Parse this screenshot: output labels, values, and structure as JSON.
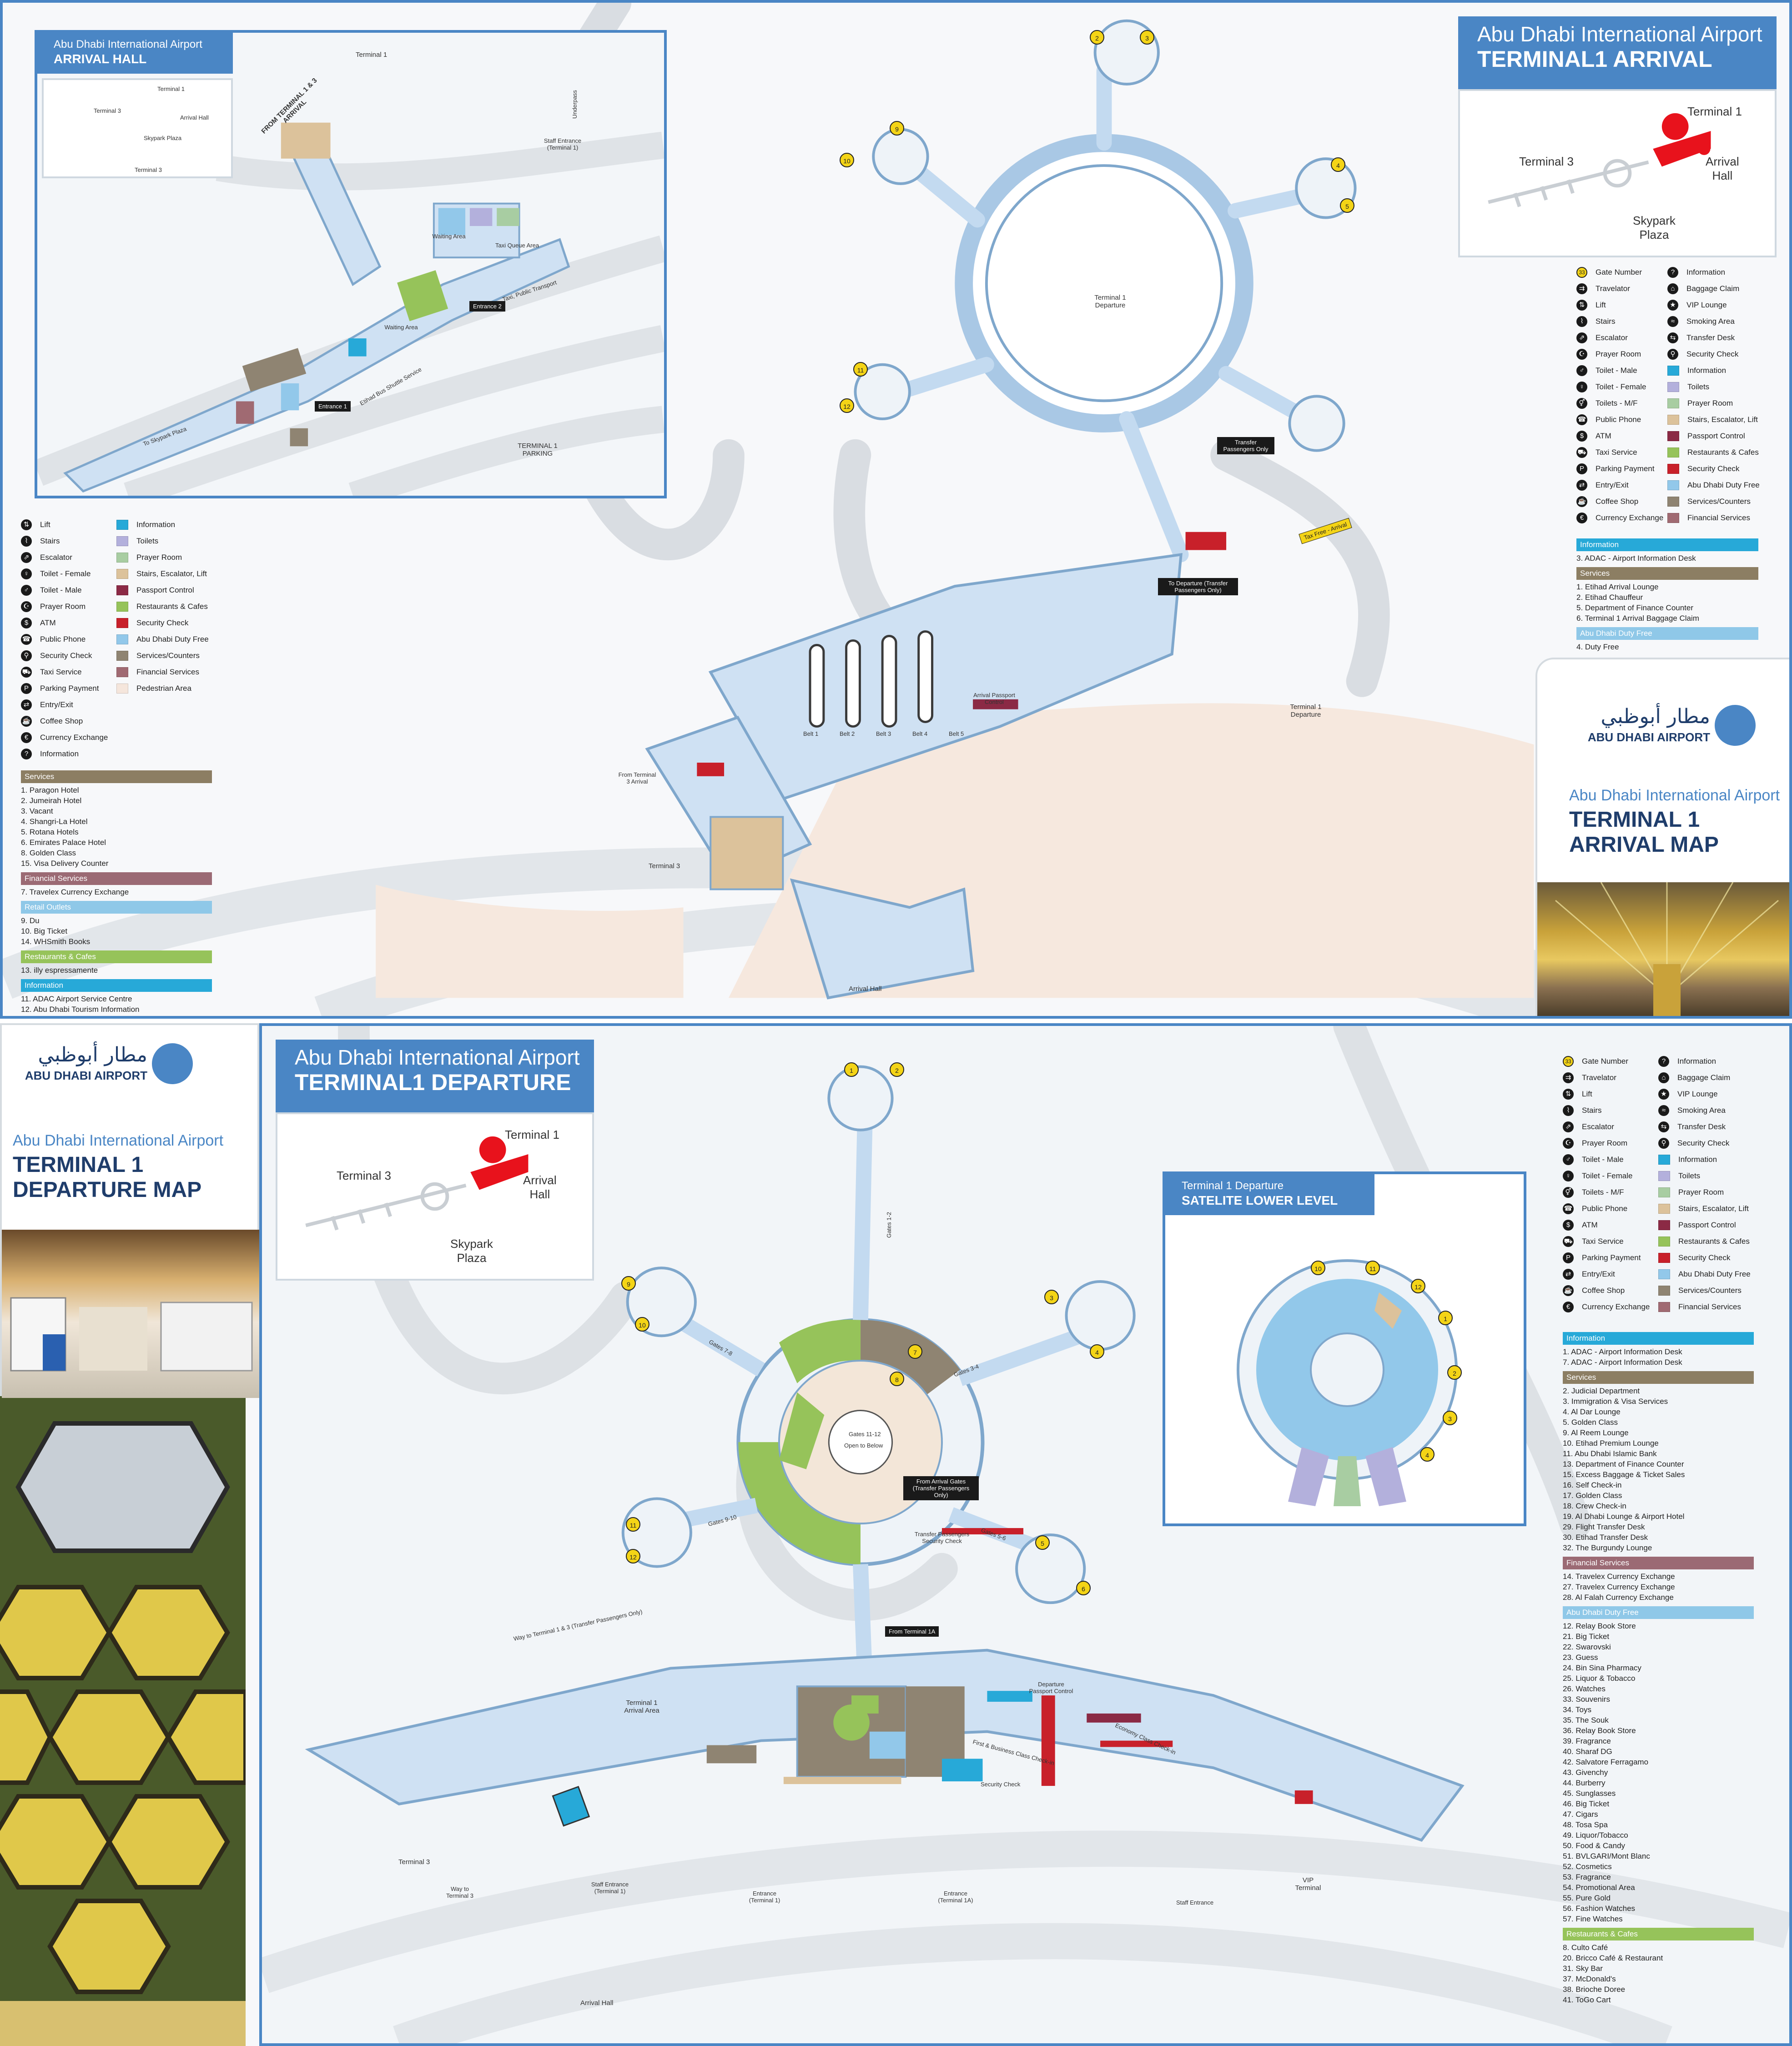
{
  "arrival": {
    "header": {
      "line1": "Abu Dhabi International Airport",
      "line2": "TERMINAL1 ARRIVAL"
    },
    "keymap": {
      "t1": "Terminal 1",
      "t3": "Terminal 3",
      "arrival_hall": "Arrival\nHall",
      "skypark": "Skypark\nPlaza"
    },
    "inset": {
      "header": {
        "line1": "Abu Dhabi International Airport",
        "line2": "ARRIVAL HALL"
      },
      "mini_labels": {
        "t1": "Terminal 1",
        "t3": "Terminal 3",
        "arrival_hall": "Arrival Hall",
        "skypark": "Skypark Plaza"
      },
      "labels": {
        "terminal1": "Terminal 1",
        "terminal3": "Terminal 3",
        "from_t13": "FROM TERMINAL 1 & 3 ARRIVAL",
        "underpass": "Underpass",
        "staff_entrance": "Staff Entrance (Terminal 1)",
        "waiting_area": "Waiting Area",
        "waiting_area2": "Waiting Area",
        "taxi_queue": "Taxi Queue Area",
        "taxi_public": "Taxi, Public Transport",
        "entrance2": "Entrance 2",
        "entrance1": "Entrance 1",
        "etihad_bus": "Etihad Bus Shuttle Service",
        "to_skypark": "To Skypark Plaza",
        "parking": "TERMINAL 1 PARKING"
      }
    },
    "map_labels": {
      "t1_departure": "Terminal 1 Departure",
      "t1_departure_right": "Terminal 1 Departure",
      "transfer_only": "Transfer Passengers Only",
      "to_departure": "To Departure (Transfer Passengers Only)",
      "arrival_passport": "Arrival Passport Control",
      "from_t3_arrival": "From Terminal 3 Arrival",
      "terminal3": "Terminal 3",
      "arrival_hall": "Arrival Hall",
      "yellow_tag": "Tax Free - Arrival",
      "belts": [
        "Belt 1",
        "Belt 2",
        "Belt 3",
        "Belt 4",
        "Belt 5"
      ]
    },
    "gates": [
      "2",
      "3",
      "4",
      "5",
      "9",
      "10",
      "11",
      "12"
    ],
    "legend_left": {
      "icons": [
        {
          "icon": "lift-icon",
          "glyph": "⇅",
          "label": "Lift"
        },
        {
          "icon": "stairs-icon",
          "glyph": "⌇",
          "label": "Stairs"
        },
        {
          "icon": "escalator-icon",
          "glyph": "⇗",
          "label": "Escalator"
        },
        {
          "icon": "toilet-female-icon",
          "glyph": "♀",
          "label": "Toilet - Female"
        },
        {
          "icon": "toilet-male-icon",
          "glyph": "♂",
          "label": "Toilet - Male"
        },
        {
          "icon": "prayer-room-icon",
          "glyph": "☪",
          "label": "Prayer Room"
        },
        {
          "icon": "atm-icon",
          "glyph": "$",
          "label": "ATM"
        },
        {
          "icon": "public-phone-icon",
          "glyph": "☎",
          "label": "Public Phone"
        },
        {
          "icon": "security-check-icon",
          "glyph": "⚲",
          "label": "Security Check"
        },
        {
          "icon": "taxi-icon",
          "glyph": "⛟",
          "label": "Taxi Service"
        },
        {
          "icon": "parking-payment-icon",
          "glyph": "P",
          "label": "Parking Payment"
        },
        {
          "icon": "entry-exit-icon",
          "glyph": "⇄",
          "label": "Entry/Exit"
        },
        {
          "icon": "coffee-icon",
          "glyph": "☕",
          "label": "Coffee Shop"
        },
        {
          "icon": "currency-exchange-icon",
          "glyph": "€",
          "label": "Currency Exchange"
        },
        {
          "icon": "information-icon",
          "glyph": "?",
          "label": "Information"
        }
      ],
      "swatches": [
        {
          "color": "#27a9d8",
          "label": "Information"
        },
        {
          "color": "#b3b0dc",
          "label": "Toilets"
        },
        {
          "color": "#a8cda2",
          "label": "Prayer Room"
        },
        {
          "color": "#dcc29b",
          "label": "Stairs, Escalator, Lift"
        },
        {
          "color": "#8b2a45",
          "label": "Passport Control"
        },
        {
          "color": "#96c35a",
          "label": "Restaurants & Cafes"
        },
        {
          "color": "#c8202a",
          "label": "Security Check"
        },
        {
          "color": "#92c8ea",
          "label": "Abu Dhabi Duty Free"
        },
        {
          "color": "#8f8472",
          "label": "Services/Counters"
        },
        {
          "color": "#a06a72",
          "label": "Financial Services"
        },
        {
          "color": "#f5e6dc",
          "label": "Pedestrian Area"
        }
      ],
      "sections": [
        {
          "title": "Services",
          "color": "#8c7e63",
          "items": [
            "1. Paragon Hotel",
            "2. Jumeirah Hotel",
            "3. Vacant",
            "4. Shangri-La Hotel",
            "5. Rotana Hotels",
            "6. Emirates Palace Hotel",
            "8. Golden Class",
            "15. Visa Delivery Counter"
          ]
        },
        {
          "title": "Financial Services",
          "color": "#9b6a74",
          "items": [
            "7. Travelex Currency Exchange"
          ]
        },
        {
          "title": "Retail Outlets",
          "color": "#8fc8e8",
          "items": [
            "9. Du",
            "10. Big Ticket",
            "14. WHSmith Books"
          ]
        },
        {
          "title": "Restaurants & Cafes",
          "color": "#96c35a",
          "items": [
            "13. illy espressamente"
          ]
        },
        {
          "title": "Information",
          "color": "#27a9d8",
          "items": [
            "11. ADAC Airport Service Centre",
            "12. Abu Dhabi Tourism Information"
          ]
        }
      ]
    },
    "legend_right": {
      "col1": [
        {
          "icon": "gate-number-icon",
          "glyph": "33",
          "label": "Gate Number",
          "gate": true
        },
        {
          "icon": "travelator-icon",
          "glyph": "⇉",
          "label": "Travelator"
        },
        {
          "icon": "lift-icon",
          "glyph": "⇅",
          "label": "Lift"
        },
        {
          "icon": "stairs-icon",
          "glyph": "⌇",
          "label": "Stairs"
        },
        {
          "icon": "escalator-icon",
          "glyph": "⇗",
          "label": "Escalator"
        },
        {
          "icon": "prayer-room-icon",
          "glyph": "☪",
          "label": "Prayer Room"
        },
        {
          "icon": "toilet-male-icon",
          "glyph": "♂",
          "label": "Toilet - Male"
        },
        {
          "icon": "toilet-female-icon",
          "glyph": "♀",
          "label": "Toilet - Female"
        },
        {
          "icon": "toilets-mf-icon",
          "glyph": "⚥",
          "label": "Toilets - M/F"
        },
        {
          "icon": "public-phone-icon",
          "glyph": "☎",
          "label": "Public Phone"
        },
        {
          "icon": "atm-icon",
          "glyph": "$",
          "label": "ATM"
        },
        {
          "icon": "taxi-icon",
          "glyph": "⛟",
          "label": "Taxi Service"
        },
        {
          "icon": "parking-payment-icon",
          "glyph": "P",
          "label": "Parking Payment"
        },
        {
          "icon": "entry-exit-icon",
          "glyph": "⇄",
          "label": "Entry/Exit"
        },
        {
          "icon": "coffee-icon",
          "glyph": "☕",
          "label": "Coffee Shop"
        },
        {
          "icon": "currency-exchange-icon",
          "glyph": "€",
          "label": "Currency Exchange"
        }
      ],
      "col2": [
        {
          "icon": "information-icon",
          "glyph": "?",
          "label": "Information"
        },
        {
          "icon": "baggage-claim-icon",
          "glyph": "⌂",
          "label": "Baggage Claim"
        },
        {
          "icon": "vip-lounge-icon",
          "glyph": "★",
          "label": "VIP Lounge"
        },
        {
          "icon": "smoking-area-icon",
          "glyph": "≈",
          "label": "Smoking Area"
        },
        {
          "icon": "transfer-desk-icon",
          "glyph": "⇆",
          "label": "Transfer Desk"
        },
        {
          "icon": "security-check-icon",
          "glyph": "⚲",
          "label": "Security Check"
        },
        {
          "swatch": "#27a9d8",
          "label": "Information"
        },
        {
          "swatch": "#b3b0dc",
          "label": "Toilets"
        },
        {
          "swatch": "#a8cda2",
          "label": "Prayer Room"
        },
        {
          "swatch": "#dcc29b",
          "label": "Stairs, Escalator, Lift"
        },
        {
          "swatch": "#8b2a45",
          "label": "Passport Control"
        },
        {
          "swatch": "#96c35a",
          "label": "Restaurants & Cafes"
        },
        {
          "swatch": "#c8202a",
          "label": "Security Check"
        },
        {
          "swatch": "#92c8ea",
          "label": "Abu Dhabi Duty Free"
        },
        {
          "swatch": "#8f8472",
          "label": "Services/Counters"
        },
        {
          "swatch": "#a06a72",
          "label": "Financial Services"
        }
      ],
      "sections": [
        {
          "title": "Information",
          "color": "#27a9d8",
          "items": [
            "3. ADAC - Airport Information Desk"
          ]
        },
        {
          "title": "Services",
          "color": "#8c7e63",
          "items": [
            "1. Etihad Arrival Lounge",
            "2. Etihad Chauffeur",
            "5. Department of Finance Counter",
            "6. Terminal 1 Arrival Baggage Claim"
          ]
        },
        {
          "title": "Abu Dhabi Duty Free",
          "color": "#8fc8e8",
          "items": [
            "4. Duty Free"
          ]
        }
      ]
    },
    "brand_card": {
      "logo_arabic": "مطار أبوظبي",
      "logo_english": "ABU DHABI AIRPORT",
      "line1": "Abu Dhabi International Airport",
      "line2": "TERMINAL 1",
      "line3": "ARRIVAL MAP"
    }
  },
  "departure": {
    "header": {
      "line1": "Abu Dhabi International Airport",
      "line2": "TERMINAL1 DEPARTURE"
    },
    "keymap": {
      "t1": "Terminal 1",
      "t3": "Terminal 3",
      "arrival_hall": "Arrival\nHall",
      "skypark": "Skypark\nPlaza"
    },
    "brand_card": {
      "logo_arabic": "مطار أبوظبي",
      "logo_english": "ABU DHABI AIRPORT",
      "line1": "Abu Dhabi International Airport",
      "line2": "TERMINAL 1",
      "line3": "DEPARTURE MAP"
    },
    "satellite": {
      "line1": "Terminal 1 Departure",
      "line2": "SATELITE LOWER LEVEL"
    },
    "map_labels": {
      "t1_arrival_area": "Terminal 1 Arrival Area",
      "terminal3": "Terminal 3",
      "arrival_hall": "Arrival Hall",
      "vip_terminal": "VIP Terminal",
      "from_arrival_gates": "From Arrival Gates (Transfer Passengers Only)",
      "transfer_security": "Transfer Passengers Security Check",
      "from_t1a": "From Terminal 1A",
      "way_to_t13": "Way to Terminal 1 & 3 (Transfer Passengers Only)",
      "way_to_t3": "Way to Terminal 3",
      "entrance_t1": "Entrance (Terminal 1)",
      "entrance_t1a": "Entrance (Terminal 1A)",
      "staff_entrance": "Staff Entrance (Terminal 1)",
      "staff_entrance2": "Staff Entrance",
      "economy_checkin": "Economy Class Check-in",
      "first_business_checkin": "First & Business Class Check-in",
      "departure_passport": "Departure Passport Control",
      "security_check": "Security Check",
      "gates_12": "Gates 1-2",
      "gates_34": "Gates 3-4",
      "gates_56": "Gates 5-6",
      "gates_78": "Gates 7-8",
      "gates_910": "Gates 9-10",
      "gates_1112": "Gates 11-12",
      "open_to_below": "Open to Below"
    },
    "gates": [
      "1",
      "2",
      "3",
      "4",
      "5",
      "6",
      "7",
      "8",
      "9",
      "10",
      "11",
      "12"
    ],
    "sat_gates": [
      "10",
      "11",
      "12",
      "1",
      "2",
      "3",
      "4"
    ],
    "legend": {
      "col1": [
        {
          "icon": "gate-number-icon",
          "glyph": "33",
          "label": "Gate Number",
          "gate": true
        },
        {
          "icon": "travelator-icon",
          "glyph": "⇉",
          "label": "Travelator"
        },
        {
          "icon": "lift-icon",
          "glyph": "⇅",
          "label": "Lift"
        },
        {
          "icon": "stairs-icon",
          "glyph": "⌇",
          "label": "Stairs"
        },
        {
          "icon": "escalator-icon",
          "glyph": "⇗",
          "label": "Escalator"
        },
        {
          "icon": "prayer-room-icon",
          "glyph": "☪",
          "label": "Prayer Room"
        },
        {
          "icon": "toilet-male-icon",
          "glyph": "♂",
          "label": "Toilet - Male"
        },
        {
          "icon": "toilet-female-icon",
          "glyph": "♀",
          "label": "Toilet - Female"
        },
        {
          "icon": "toilets-mf-icon",
          "glyph": "⚥",
          "label": "Toilets - M/F"
        },
        {
          "icon": "public-phone-icon",
          "glyph": "☎",
          "label": "Public Phone"
        },
        {
          "icon": "atm-icon",
          "glyph": "$",
          "label": "ATM"
        },
        {
          "icon": "taxi-icon",
          "glyph": "⛟",
          "label": "Taxi Service"
        },
        {
          "icon": "parking-payment-icon",
          "glyph": "P",
          "label": "Parking Payment"
        },
        {
          "icon": "entry-exit-icon",
          "glyph": "⇄",
          "label": "Entry/Exit"
        },
        {
          "icon": "coffee-icon",
          "glyph": "☕",
          "label": "Coffee Shop"
        },
        {
          "icon": "currency-exchange-icon",
          "glyph": "€",
          "label": "Currency Exchange"
        }
      ],
      "col2": [
        {
          "icon": "information-icon",
          "glyph": "?",
          "label": "Information"
        },
        {
          "icon": "baggage-claim-icon",
          "glyph": "⌂",
          "label": "Baggage Claim"
        },
        {
          "icon": "vip-lounge-icon",
          "glyph": "★",
          "label": "VIP Lounge"
        },
        {
          "icon": "smoking-area-icon",
          "glyph": "≈",
          "label": "Smoking Area"
        },
        {
          "icon": "transfer-desk-icon",
          "glyph": "⇆",
          "label": "Transfer Desk"
        },
        {
          "icon": "security-check-icon",
          "glyph": "⚲",
          "label": "Security Check"
        },
        {
          "swatch": "#27a9d8",
          "label": "Information"
        },
        {
          "swatch": "#b3b0dc",
          "label": "Toilets"
        },
        {
          "swatch": "#a8cda2",
          "label": "Prayer Room"
        },
        {
          "swatch": "#dcc29b",
          "label": "Stairs, Escalator, Lift"
        },
        {
          "swatch": "#8b2a45",
          "label": "Passport Control"
        },
        {
          "swatch": "#96c35a",
          "label": "Restaurants & Cafes"
        },
        {
          "swatch": "#c8202a",
          "label": "Security Check"
        },
        {
          "swatch": "#92c8ea",
          "label": "Abu Dhabi Duty Free"
        },
        {
          "swatch": "#8f8472",
          "label": "Services/Counters"
        },
        {
          "swatch": "#a06a72",
          "label": "Financial Services"
        }
      ],
      "sections": [
        {
          "title": "Information",
          "color": "#27a9d8",
          "items": [
            "1. ADAC - Airport Information Desk",
            "7. ADAC - Airport Information Desk"
          ]
        },
        {
          "title": "Services",
          "color": "#8c7e63",
          "items": [
            "2. Judicial Department",
            "3. Immigration & Visa Services",
            "4. Al Dar Lounge",
            "5. Golden Class",
            "9. Al Reem Lounge",
            "10. Etihad Premium Lounge",
            "11. Abu Dhabi Islamic Bank",
            "13. Department of Finance Counter",
            "15. Excess Baggage & Ticket Sales",
            "16. Self Check-in",
            "17. Golden Class",
            "18. Crew Check-in",
            "19. Al Dhabi Lounge & Airport Hotel",
            "29. Flight Transfer Desk",
            "30. Etihad Transfer Desk",
            "32. The Burgundy Lounge"
          ]
        },
        {
          "title": "Financial Services",
          "color": "#9b6a74",
          "items": [
            "14. Travelex Currency Exchange",
            "27. Travelex Currency Exchange",
            "28. Al Falah Currency Exchange"
          ]
        },
        {
          "title": "Abu Dhabi Duty Free",
          "color": "#8fc8e8",
          "items": [
            "12. Relay Book Store",
            "21. Big Ticket",
            "22. Swarovski",
            "23. Guess",
            "24. Bin Sina Pharmacy",
            "25. Liquor & Tobacco",
            "26. Watches",
            "33. Souvenirs",
            "34. Toys",
            "35. The Souk",
            "36. Relay Book Store",
            "39. Fragrance",
            "40. Sharaf DG",
            "42. Salvatore Ferragamo",
            "43. Givenchy",
            "44. Burberry",
            "45. Sunglasses",
            "46. Big Ticket",
            "47. Cigars",
            "48. Tosa Spa",
            "49. Liquor/Tobacco",
            "50. Food & Candy",
            "51. BVLGARI/Mont Blanc",
            "52. Cosmetics",
            "53. Fragrance",
            "54. Promotional Area",
            "55. Pure Gold",
            "56. Fashion Watches",
            "57. Fine Watches"
          ]
        },
        {
          "title": "Restaurants & Cafes",
          "color": "#96c35a",
          "items": [
            "8. Culto Café",
            "20. Bricco Café & Restaurant",
            "31. Sky Bar",
            "37. McDonald's",
            "38. Brioche Doree",
            "41. ToGo Cart"
          ]
        }
      ]
    }
  }
}
